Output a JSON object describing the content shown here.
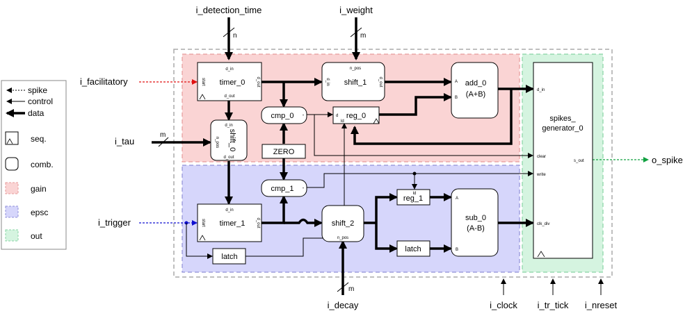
{
  "inputs": {
    "detection_time": "i_detection_time",
    "weight": "i_weight",
    "facilitatory": "i_facilitatory",
    "tau": "i_tau",
    "trigger": "i_trigger",
    "decay": "i_decay",
    "clock": "i_clock",
    "tr_tick": "i_tr_tick",
    "nreset": "i_nreset"
  },
  "outputs": {
    "spike": "o_spike"
  },
  "bus_widths": {
    "n": "n",
    "m": "m"
  },
  "blocks": {
    "timer_0": {
      "name": "timer_0",
      "port_d_in": "d_in",
      "port_d_out": "d_out",
      "port_start": "start",
      "port_d_out_side": "d_out"
    },
    "shift_0": {
      "name": "shift_0",
      "port_d_in": "d_in",
      "port_n_pos": "n_pos",
      "port_d_out": "d_out"
    },
    "shift_1": {
      "name": "shift_1",
      "port_n_pos": "n_pos",
      "port_d_in": "d_in",
      "port_d_out": "d_out"
    },
    "add_0": {
      "name": "add_0",
      "op": "(A+B)",
      "port_a": "A",
      "port_b": "B"
    },
    "cmp_0": {
      "name": "cmp_0",
      "port_minus": "-"
    },
    "reg_0": {
      "name": "reg_0",
      "port_d": "d",
      "port_ld": "ld"
    },
    "zero": {
      "name": "ZERO"
    },
    "cmp_1": {
      "name": "cmp_1",
      "port_minus": "-"
    },
    "timer_1": {
      "name": "timer_1",
      "port_d_in": "d_in",
      "port_start": "start",
      "port_d_out": "d_out"
    },
    "latch_0": {
      "name": "latch"
    },
    "shift_2": {
      "name": "shift_2",
      "port_n_pos": "n_pos"
    },
    "reg_1": {
      "name": "reg_1",
      "port_ld": "ld"
    },
    "latch_1": {
      "name": "latch"
    },
    "sub_0": {
      "name": "sub_0",
      "op": "(A-B)",
      "port_a": "A",
      "port_b": "B"
    },
    "spikes_generator": {
      "name_line1": "spikes_",
      "name_line2": "generator_0",
      "port_d_in": "d_in",
      "port_clear": "clear",
      "port_write": "write",
      "port_s_out": "s_out",
      "port_clk_div": "clk_div"
    }
  },
  "legend": {
    "spike": "spike",
    "control": "control",
    "data": "data",
    "seq": "seq.",
    "comb": "comb.",
    "gain": "gain",
    "epsc": "epsc",
    "out": "out"
  },
  "colors": {
    "gain_fill": "#fad4d4",
    "gain_border": "#e69a9a",
    "epsc_fill": "#d6d6fb",
    "epsc_border": "#8f8fd8",
    "out_fill": "#d5f4e0",
    "out_border": "#88d4a4",
    "spike_red": "#e01010",
    "spike_blue": "#1010d0",
    "spike_green": "#10a040"
  }
}
